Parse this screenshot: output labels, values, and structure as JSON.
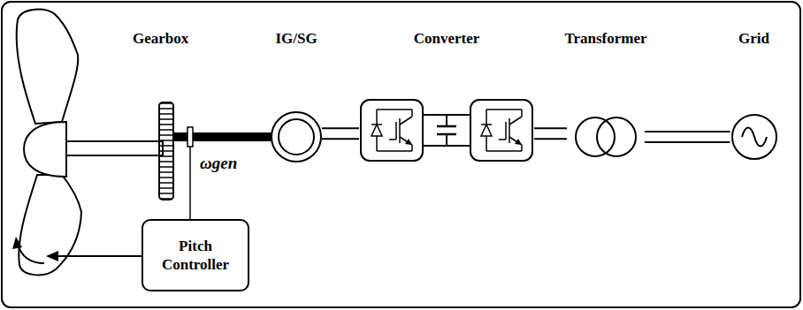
{
  "diagram": {
    "nodes": [
      {
        "text": [
          "IG/SG"
        ]
      },
      {
        "text": [
          "Converter"
        ]
      },
      {
        "text": [
          "Transformer"
        ]
      },
      {
        "text": [
          "Grid"
        ]
      },
      {
        "text": [
          "Pitch Controller"
        ]
      }
    ],
    "edges": [
      {
        "from": 0,
        "to": 1,
        "arrow": "none"
      },
      {
        "from": 1,
        "to": 2,
        "arrow": "none"
      },
      {
        "from": 2,
        "to": 3,
        "arrow": "none"
      }
    ],
    "labels": [
      "Gearbox",
      "ωgen"
    ]
  }
}
